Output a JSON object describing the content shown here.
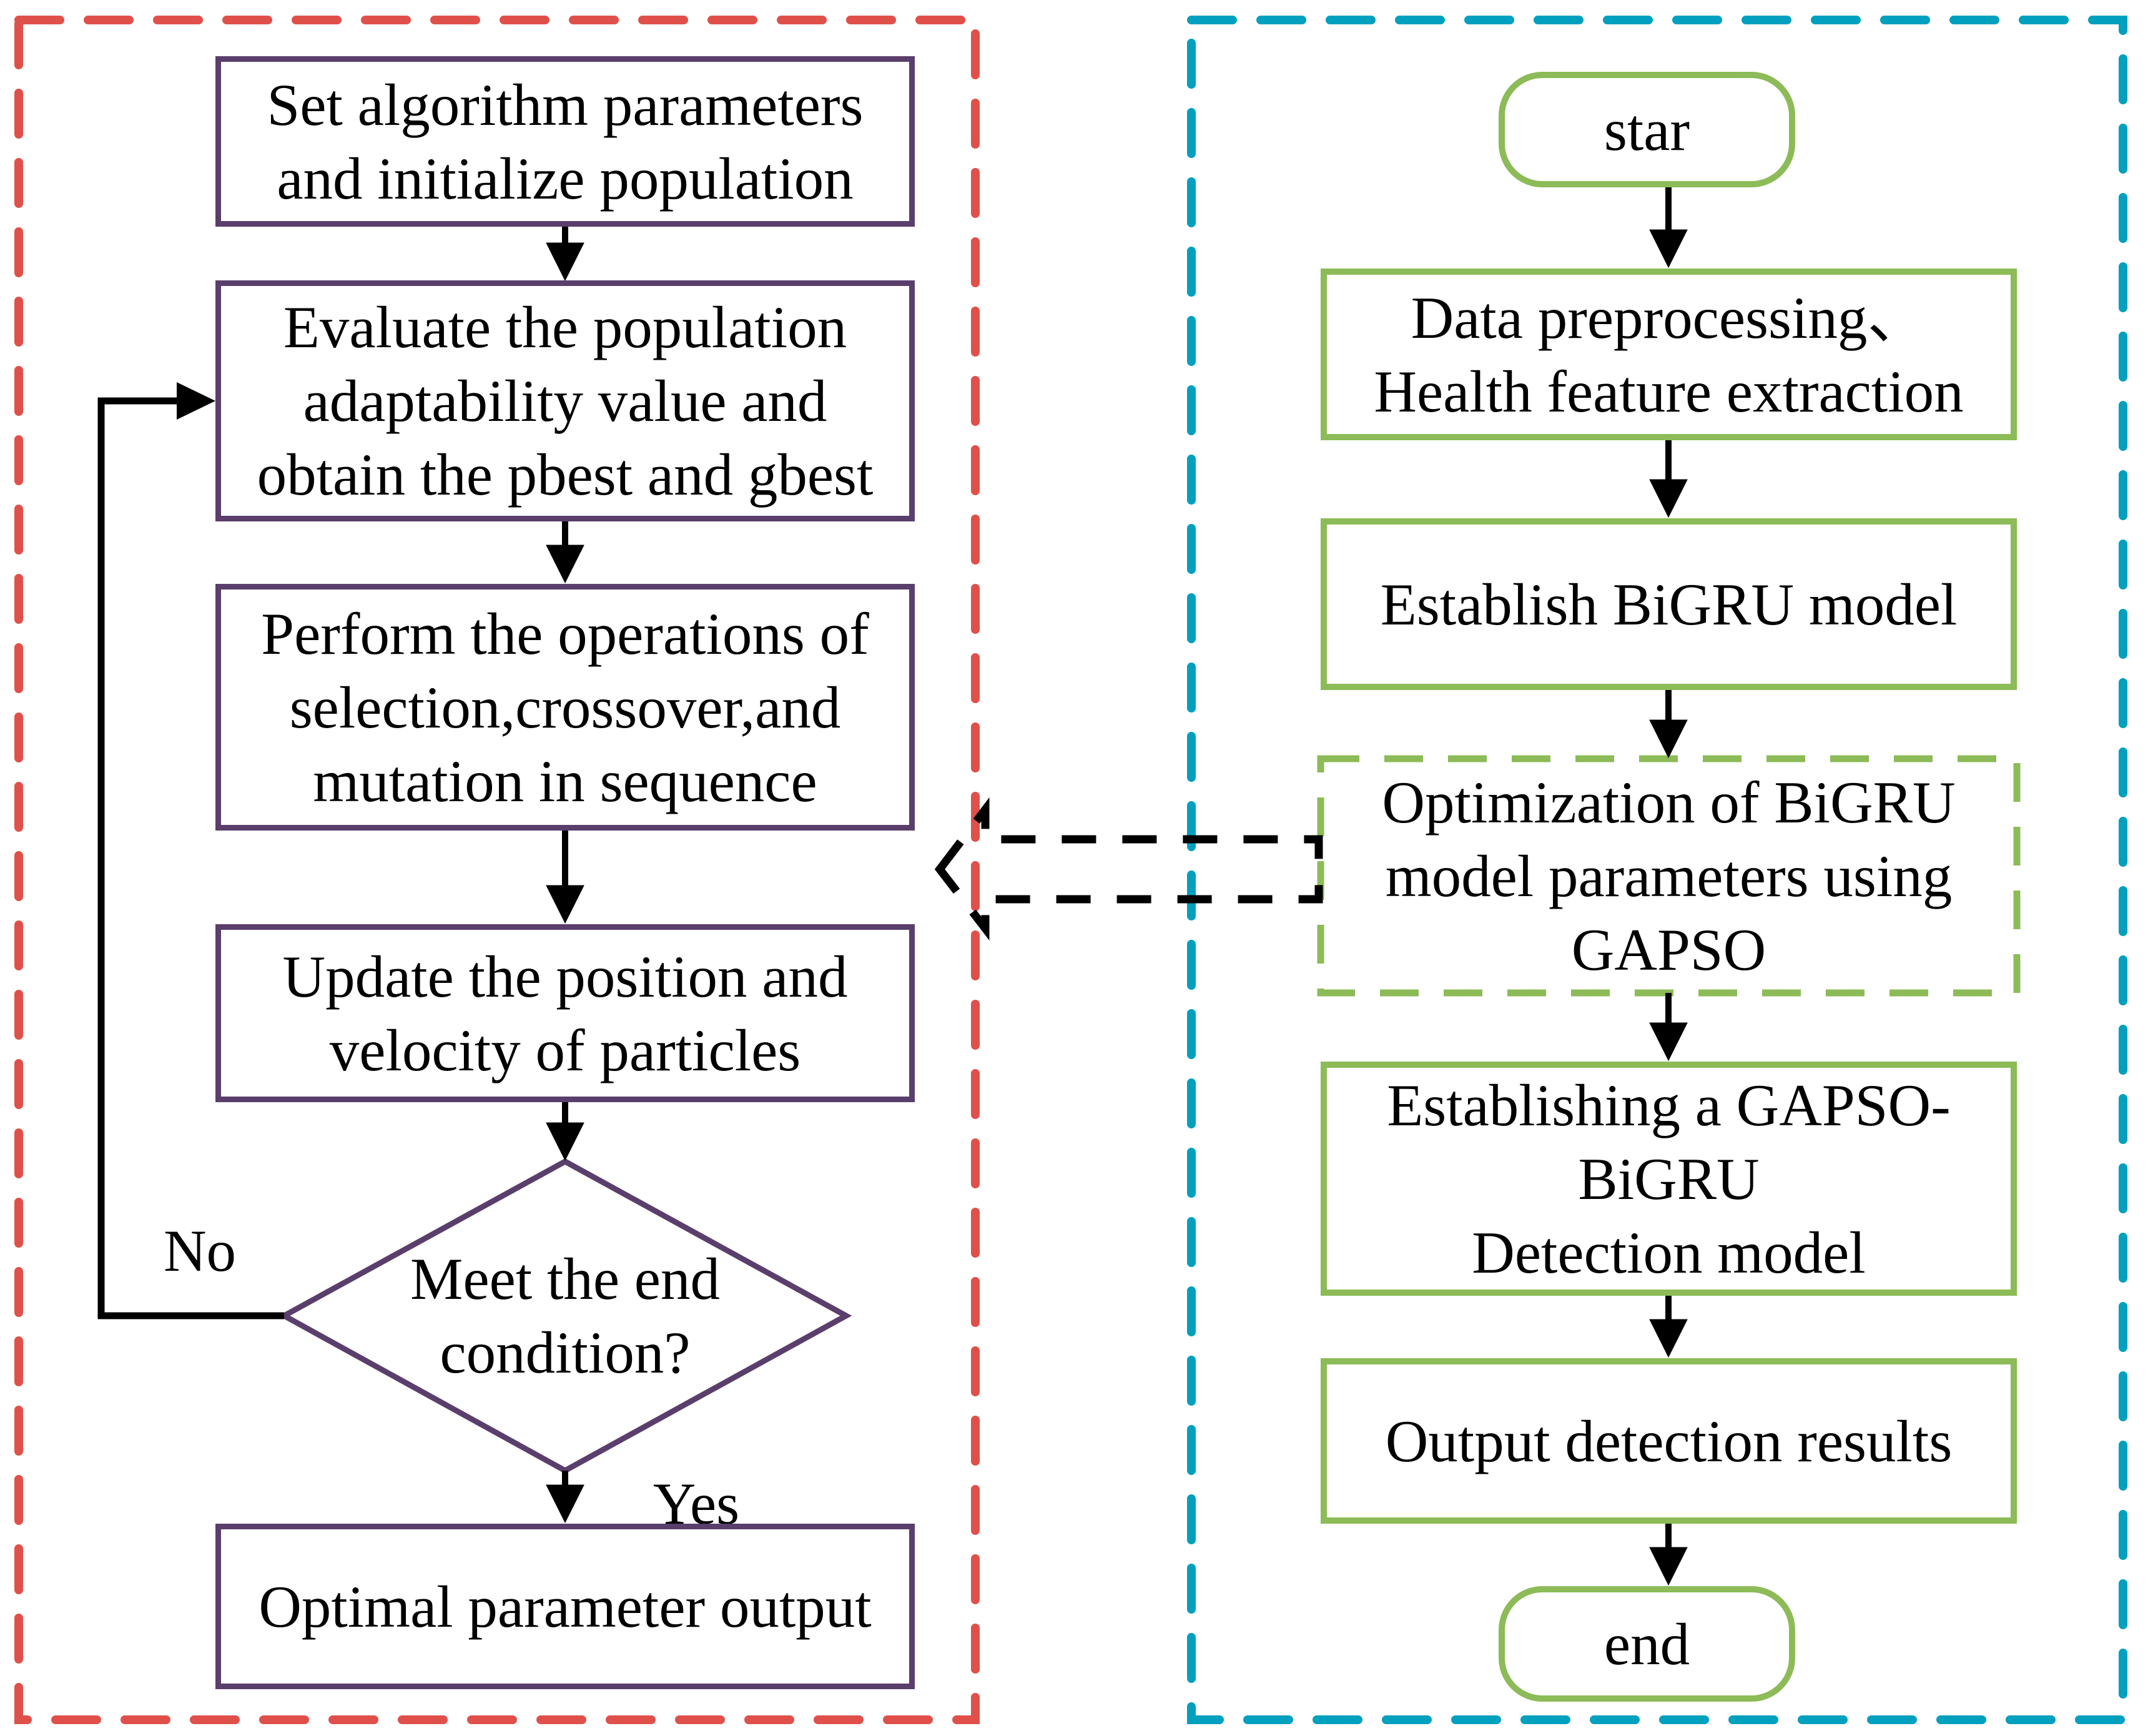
{
  "figure": {
    "type": "flowchart",
    "description": "GAPSO optimization loop (left) linked to BiGRU detection pipeline (right)"
  },
  "colors": {
    "left_panel_dash": "#E0504A",
    "right_panel_dash": "#00A0BE",
    "purple_box_border": "#5A3E6B",
    "green_box_border": "#8CBB57",
    "arrow_black": "#000000",
    "text": "#000000",
    "background": "#ffffff"
  },
  "left_panel": {
    "nodes": [
      {
        "label": "Set algorithm parameters\nand initialize population"
      },
      {
        "label": "Evaluate the population\nadaptability value and\nobtain the pbest and gbest"
      },
      {
        "label": "Perform the operations of\nselection,crossover,and\nmutation in sequence"
      },
      {
        "label": "Update the position and\nvelocity of particles"
      }
    ],
    "decision": {
      "label": "Meet the end\ncondition?",
      "no_label": "No",
      "yes_label": "Yes"
    },
    "output_node": {
      "label": "Optimal parameter output"
    }
  },
  "right_panel": {
    "start_label": "star",
    "nodes": [
      {
        "label": "Data preprocessing、\nHealth feature extraction"
      },
      {
        "label": "Establish BiGRU model"
      },
      {
        "label": "Optimization of BiGRU\nmodel parameters using\nGAPSO",
        "border_style": "dashed"
      },
      {
        "label": "Establishing a GAPSO-\nBiGRU\nDetection model"
      },
      {
        "label": "Output detection results"
      }
    ],
    "end_label": "end"
  }
}
